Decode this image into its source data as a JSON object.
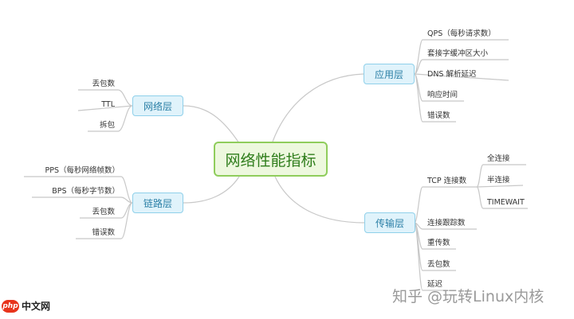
{
  "center": "网络性能指标",
  "branches": {
    "app": "应用层",
    "net": "网络层",
    "link": "链路层",
    "trans": "传输层"
  },
  "app_leaves": [
    "QPS（每秒请求数）",
    "套接字缓冲区大小",
    "DNS 解析延迟",
    "响应时间",
    "错误数"
  ],
  "net_leaves": [
    "丢包数",
    "TTL",
    "拆包"
  ],
  "link_leaves": [
    "PPS（每秒网络帧数）",
    "BPS（每秒字节数）",
    "丢包数",
    "错误数"
  ],
  "trans_leaves": [
    "TCP 连接数",
    "连接跟踪数",
    "重传数",
    "丢包数",
    "延迟"
  ],
  "tcp_leaves": [
    "全连接",
    "半连接",
    "TIMEWAIT"
  ],
  "watermark": "知乎 @玩转Linux内核",
  "logo": {
    "badge": "php",
    "text": "中文网"
  },
  "colors": {
    "center_border": "#8fcd5c",
    "center_fill": "#edf8de",
    "branch_border": "#8fd0ea",
    "branch_fill": "#e0f3fb",
    "line": "#c8c8c8"
  }
}
